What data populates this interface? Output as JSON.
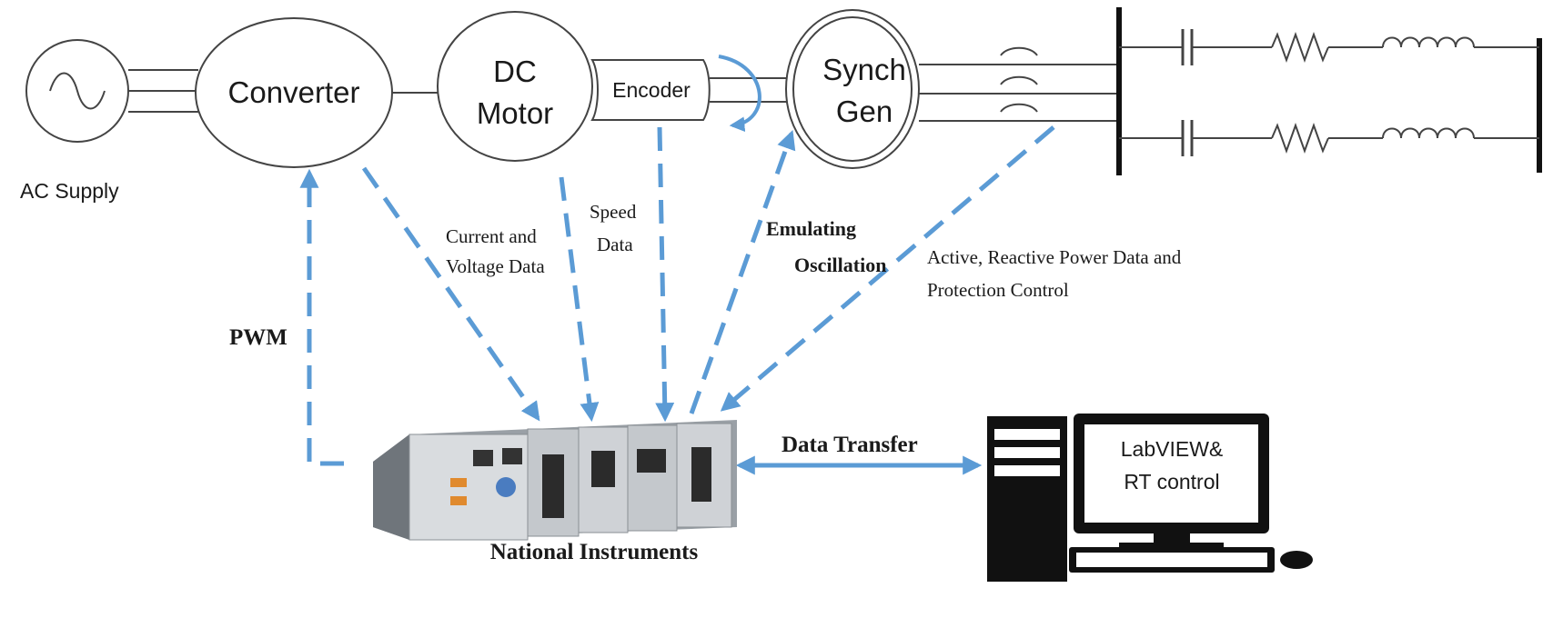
{
  "components": {
    "ac_supply": "AC Supply",
    "converter": "Converter",
    "dc_motor": [
      "DC",
      "Motor"
    ],
    "encoder": "Encoder",
    "synch_gen": [
      "Synch",
      "Gen"
    ],
    "computer_screen": [
      "LabVIEW&",
      "RT control"
    ],
    "ni_controller": "National Instruments"
  },
  "signals": {
    "pwm": "PWM",
    "current_voltage": [
      "Current and",
      "Voltage Data"
    ],
    "speed": [
      "Speed",
      "Data"
    ],
    "emulating": [
      "Emulating",
      "Oscillation"
    ],
    "power": [
      "Active, Reactive Power Data and",
      "Protection Control"
    ],
    "data_transfer": "Data Transfer"
  },
  "colors": {
    "arrow": "#5b9bd5",
    "line": "#333333"
  }
}
